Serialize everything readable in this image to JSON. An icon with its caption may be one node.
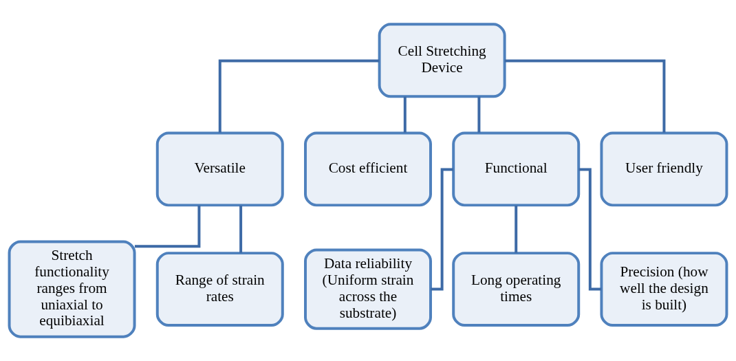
{
  "diagram": {
    "nodes": [
      {
        "text": [
          "Cell Stretching Device"
        ]
      },
      {
        "text": [
          "Versatile"
        ]
      },
      {
        "text": [
          "Cost efficient"
        ]
      },
      {
        "text": [
          "Functional"
        ]
      },
      {
        "text": [
          "User friendly"
        ]
      },
      {
        "text": [
          "Stretch functionality ranges from uniaxial to equibiaxial"
        ]
      },
      {
        "text": [
          "Range of strain rates"
        ]
      },
      {
        "text": [
          "Data reliability (Uniform strain across the substrate)"
        ]
      },
      {
        "text": [
          "Long operating times"
        ]
      },
      {
        "text": [
          "Precision (how well the design is built)"
        ]
      }
    ],
    "edges": [
      {
        "from": 0,
        "to": 1,
        "arrow": "none"
      },
      {
        "from": 0,
        "to": 2,
        "arrow": "none"
      },
      {
        "from": 0,
        "to": 3,
        "arrow": "none"
      },
      {
        "from": 0,
        "to": 4,
        "arrow": "none"
      },
      {
        "from": 1,
        "to": 5,
        "arrow": "none"
      },
      {
        "from": 1,
        "to": 6,
        "arrow": "none"
      },
      {
        "from": 3,
        "to": 7,
        "arrow": "none"
      },
      {
        "from": 3,
        "to": 8,
        "arrow": "none"
      },
      {
        "from": 3,
        "to": 9,
        "arrow": "none"
      }
    ]
  }
}
